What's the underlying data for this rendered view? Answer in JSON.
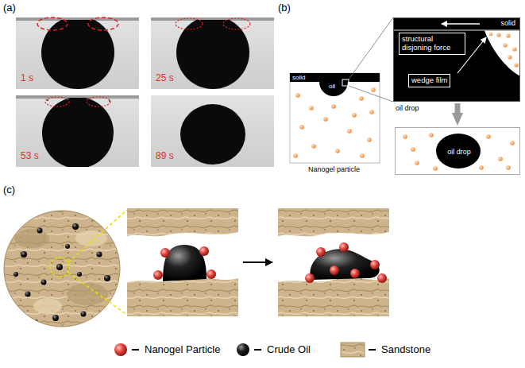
{
  "diagram": {
    "nodes": [
      {
        "text": [
          "solid"
        ]
      },
      {
        "text": [
          "structural disjoning force"
        ],
        "in": 0
      },
      {
        "text": [
          "wedge film"
        ],
        "in": 0
      },
      {
        "text": [
          "oil drop"
        ]
      }
    ],
    "edges": [
      {
        "from": 0,
        "to": 3,
        "arrow": "to"
      }
    ],
    "labels": [
      "(a)",
      "1 s",
      "25 s",
      "53 s",
      "89 s",
      "(b)",
      "solid",
      "oil",
      "oil drop",
      "Nanogel particle",
      "(c)"
    ],
    "legend": [
      {
        "text": "Nanogel Particle"
      },
      {
        "text": "Crude Oil"
      },
      {
        "text": "Sandstone"
      }
    ]
  }
}
